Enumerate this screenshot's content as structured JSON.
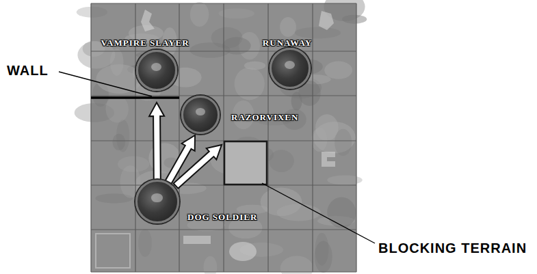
{
  "diagram": {
    "nodes": [
      {
        "text": [
          "VAMPIRE SLAYER"
        ]
      },
      {
        "text": [
          "RUNAWAY"
        ]
      },
      {
        "text": [
          "RAZORVIXEN"
        ]
      },
      {
        "text": [
          "DOG SOLDIER"
        ]
      }
    ],
    "edges": [
      {
        "from": 3,
        "to": 0,
        "arrow": "to"
      },
      {
        "from": 3,
        "to": 2,
        "arrow": "to"
      }
    ],
    "labels": [
      "WALL",
      "BLOCKING TERRAIN"
    ]
  }
}
